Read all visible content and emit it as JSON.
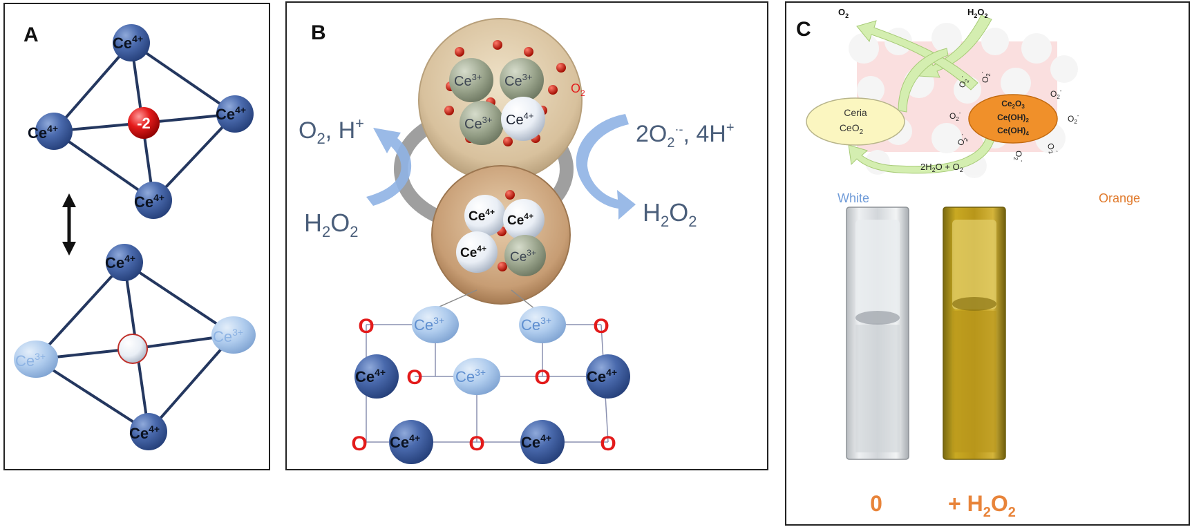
{
  "panels": {
    "a": {
      "label": "A"
    },
    "b": {
      "label": "B"
    },
    "c": {
      "label": "C"
    }
  },
  "ions": {
    "ce": "Ce",
    "ce4": "4+",
    "ce3": "3+",
    "o": "O",
    "vacancy_charge": "-2"
  },
  "panel_b": {
    "o2_label": "O",
    "o2_sub": "2",
    "left_out_main": "O",
    "left_out_sub": "2",
    "left_out_rest": ", H",
    "left_out_sup": "+",
    "left_in_main": "H",
    "left_in_sub1": "2",
    "left_in_o": "O",
    "left_in_sub2": "2",
    "right_in_main": "2O",
    "right_in_sub": "2",
    "right_in_sup": "·-",
    "right_in_rest": ", 4H",
    "right_in_sup2": "+",
    "right_out_main": "H",
    "right_out_sub1": "2",
    "right_out_o": "O",
    "right_out_sub2": "2"
  },
  "panel_c": {
    "o2_top": "O",
    "o2_top_sub": "2",
    "h2o2_top_h": "H",
    "h2o2_top_sub1": "2",
    "h2o2_top_o": "O",
    "h2o2_top_sub2": "2",
    "ceria_line1": "Ceria",
    "ceria_line2": "CeO",
    "ceria_sub": "2",
    "orange_line1": "Ce",
    "orange_line1b": "2",
    "orange_line1c": "O",
    "orange_line1d": "3",
    "orange_line2": "Ce(OH)",
    "orange_line2_sub": "2",
    "orange_line3": "Ce(OH)",
    "orange_line3_sub": "4",
    "superoxide": "O",
    "superoxide_sub": "2",
    "superoxide_sup": "-",
    "bottom_arrow_label": "2H",
    "bottom_arrow_sub": "2",
    "bottom_arrow_rest": "O + O",
    "bottom_arrow_sub2": "2",
    "white_label": "White",
    "orange_label": "Orange",
    "vial_left_label": "0",
    "vial_right_label": "+ H",
    "vial_right_sub1": "2",
    "vial_right_o": "O",
    "vial_right_sub2": "2"
  },
  "colors": {
    "ce4_dark": "#3b5a9a",
    "ce3_light": "#a9c6ea",
    "oxygen_red": "#e31b1b",
    "arrow_blue": "#7aa6e0",
    "text_blue": "#4a5e7a",
    "orange": "#f0902a",
    "ceria_yellow": "#fbf6c0",
    "white_label": "#6f9bd8"
  }
}
